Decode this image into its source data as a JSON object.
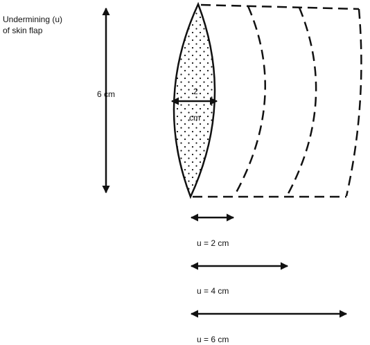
{
  "title": {
    "line1": "Undermining (u)",
    "line2": "of skin flap"
  },
  "defect": {
    "height_label": "6 cm",
    "width_number": "2",
    "width_unit": "cm"
  },
  "undermining": [
    {
      "label": "u = 2 cm",
      "value_cm": 2
    },
    {
      "label": "u = 4 cm",
      "value_cm": 4
    },
    {
      "label": "u = 6 cm",
      "value_cm": 6
    }
  ],
  "colors": {
    "ink": "#111111",
    "background": "#ffffff"
  }
}
